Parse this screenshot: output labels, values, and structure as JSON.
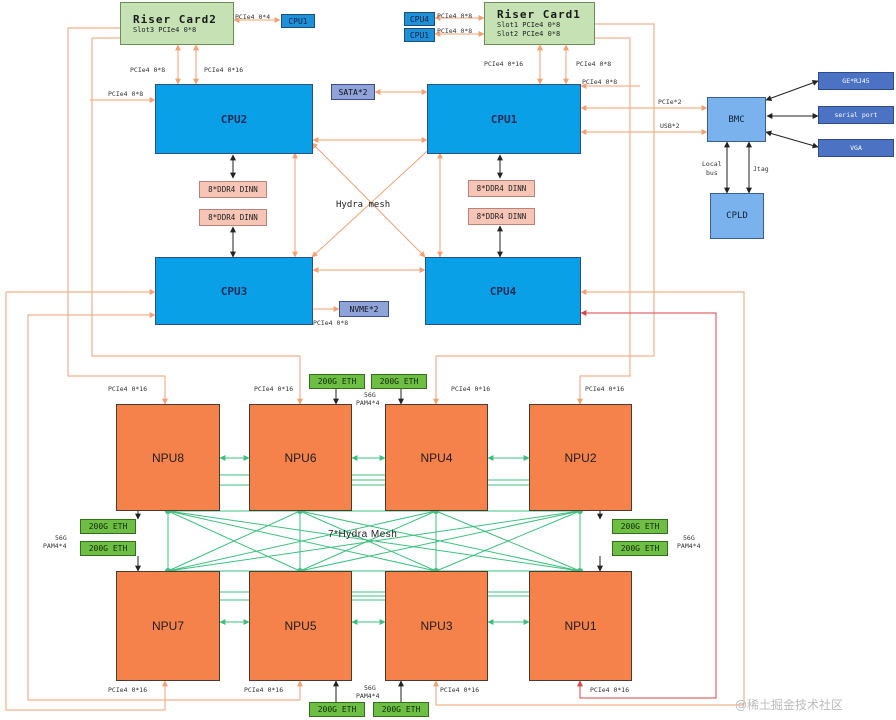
{
  "riser_cards": [
    {
      "id": "rc2",
      "title": "Riser Card2",
      "lines": [
        "Slot3 PCIe4 0*8"
      ]
    },
    {
      "id": "rc1",
      "title": "Riser Card1",
      "lines": [
        "Slot1 PCIe4 0*8",
        "Slot2 PCIe4 0*8"
      ]
    }
  ],
  "mini_cpus": {
    "rc2_cpu": "CPU1",
    "rc1_cpu_top": "CPU4",
    "rc1_cpu_bottom": "CPU1"
  },
  "cpus": {
    "cpu1": "CPU1",
    "cpu2": "CPU2",
    "cpu3": "CPU3",
    "cpu4": "CPU4"
  },
  "sata": "SATA*2",
  "nvme": "NVME*2",
  "ddr": [
    "8*DDR4 DINN",
    "8*DDR4 DINN",
    "8*DDR4 DINN",
    "8*DDR4 DINN"
  ],
  "hydra_mesh": "Hydra mesh",
  "bmc": "BMC",
  "cpld": "CPLD",
  "bmc_ports": [
    "GE*RJ45",
    "serial port",
    "VGA"
  ],
  "npus": {
    "npu1": "NPU1",
    "npu2": "NPU2",
    "npu3": "NPU3",
    "npu4": "NPU4",
    "npu5": "NPU5",
    "npu6": "NPU6",
    "npu7": "NPU7",
    "npu8": "NPU8"
  },
  "npu_mesh": "7*Hydra Mesh",
  "eth": "200G ETH",
  "labels": {
    "pcie4_x4": "PCIe4 0*4",
    "pcie4_x8": "PCIe4 0*8",
    "pcie4_x16": "PCIe4 0*16",
    "pcie_x2": "PCIe*2",
    "usb_x2": "USB*2",
    "local_bus_1": "Local",
    "local_bus_2": "bus",
    "jtag": "Jtag",
    "pam_1": "56G",
    "pam_2": "PAM4*4"
  },
  "watermark": "@稀土掘金技术社区",
  "colors": {
    "cpu": "#0aa0e8",
    "npu": "#f5824b",
    "riser": "#c6e2b5",
    "eth": "#6fbe44",
    "bmc": "#79b2ec",
    "ddr": "#f6c5b5",
    "orange_link": "#f2a272",
    "green_link": "#3cc07f",
    "red_link": "#d94444",
    "dark_arrow": "#222222"
  }
}
